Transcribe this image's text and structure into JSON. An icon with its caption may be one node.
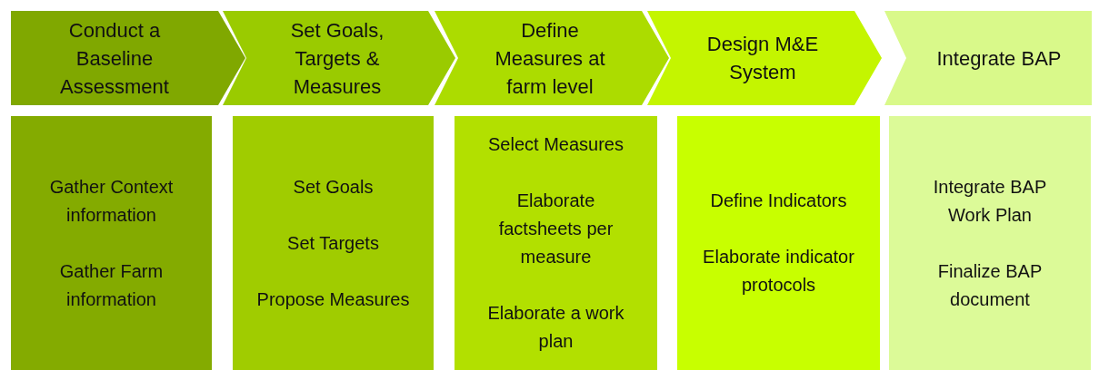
{
  "diagram": {
    "nodes": [
      {
        "text": [
          "Conduct a Baseline Assessment"
        ]
      },
      {
        "text": [
          "Set Goals, Targets & Measures"
        ]
      },
      {
        "text": [
          "Define Measures at farm level"
        ]
      },
      {
        "text": [
          "Design M&E System"
        ]
      },
      {
        "text": [
          "Integrate BAP"
        ]
      },
      {
        "text": [
          "Gather Context information",
          "Gather Farm information"
        ]
      },
      {
        "text": [
          "Set Goals",
          "Set Targets",
          "Propose Measures"
        ]
      },
      {
        "text": [
          "Select Measures",
          "Elaborate factsheets per measure",
          "Elaborate a work plan"
        ]
      },
      {
        "text": [
          "Define Indicators",
          "Elaborate indicator protocols"
        ]
      },
      {
        "text": [
          "Integrate BAP Work Plan",
          "Finalize BAP document"
        ]
      }
    ],
    "edges": []
  }
}
